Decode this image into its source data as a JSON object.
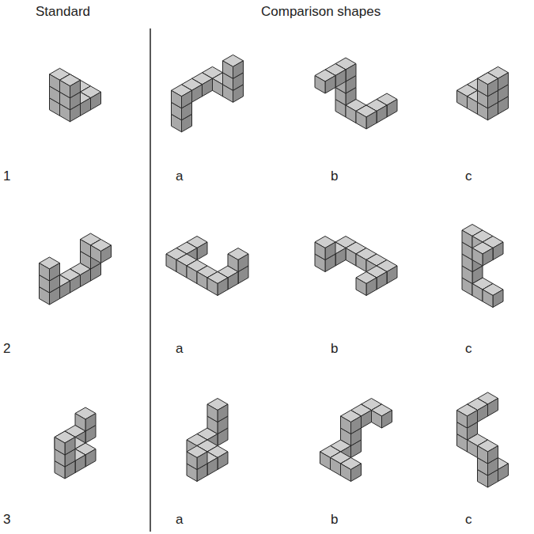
{
  "diagram": {
    "labels": [
      "Standard",
      "Comparison shapes",
      "1",
      "a",
      "b",
      "c",
      "2",
      "a",
      "b",
      "c",
      "3",
      "a",
      "b",
      "c"
    ]
  }
}
